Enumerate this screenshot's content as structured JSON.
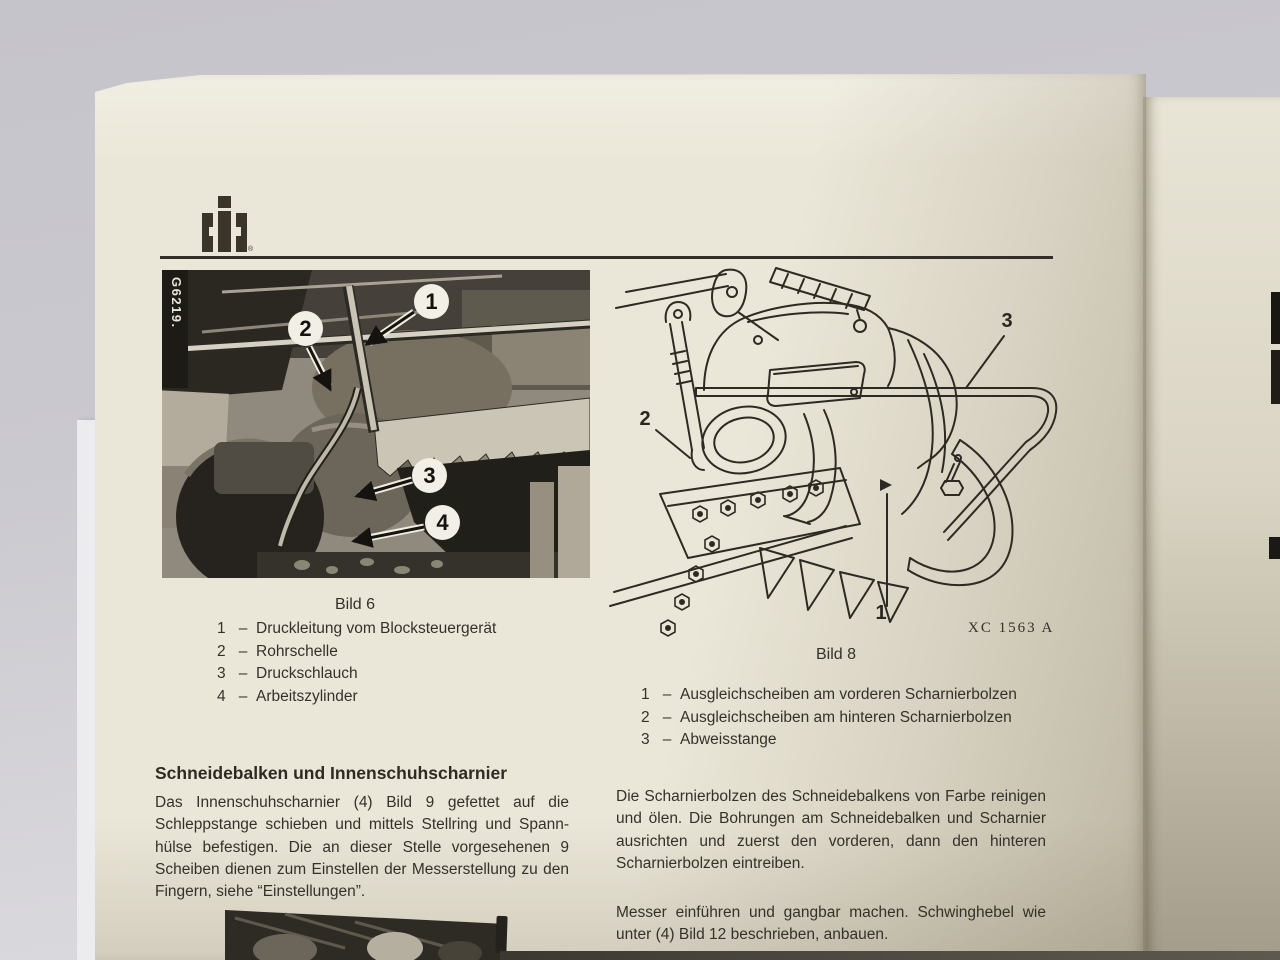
{
  "document": {
    "brand": {
      "logo_name": "ih-logo",
      "registered_mark": "®"
    },
    "legend_separator": "–",
    "figure6": {
      "photo_code": "G6219.",
      "caption": "Bild 6",
      "callouts": [
        "1",
        "2",
        "3",
        "4"
      ],
      "legend": [
        {
          "num": "1",
          "label": "Druckleitung vom Blocksteuergerät"
        },
        {
          "num": "2",
          "label": "Rohrschelle"
        },
        {
          "num": "3",
          "label": "Druckschlauch"
        },
        {
          "num": "4",
          "label": "Arbeitszylinder"
        }
      ]
    },
    "figure8": {
      "caption": "Bild 8",
      "plate_code": "XC 1563 A",
      "callouts": [
        "1",
        "2",
        "3"
      ],
      "legend": [
        {
          "num": "1",
          "label": "Ausgleichscheiben am vorderen Scharnierbolzen"
        },
        {
          "num": "2",
          "label": "Ausgleichscheiben am hinteren Scharnierbolzen"
        },
        {
          "num": "3",
          "label": "Abweisstange"
        }
      ]
    },
    "section": {
      "heading": "Schneidebalken und Innenschuhscharnier",
      "body": "Das Innenschuhscharnier (4) Bild 9 gefettet auf die Schleppstange schieben und mittels Stellring und Spann­hülse befestigen. Die an dieser Stelle vorgesehenen 9 Scheiben dienen zum Einstellen der Messerstellung zu den Fingern, siehe “Einstellungen”."
    },
    "right_column": {
      "para1": "Die Scharnierbolzen des Schneidebalkens von Farbe rei­nigen und ölen. Die Bohrungen am Schneidebalken und Scharnier ausrichten und zuerst den vorderen, dann den hinteren Scharnierbolzen eintreiben.",
      "para2": "Messer einführen und gangbar machen. Schwinghebel wie unter (4) Bild 12 beschrieben, anbauen."
    }
  },
  "colors": {
    "paper": "#ebe7d8",
    "ink": "#33302a",
    "backdrop": "#c9c8ce"
  }
}
